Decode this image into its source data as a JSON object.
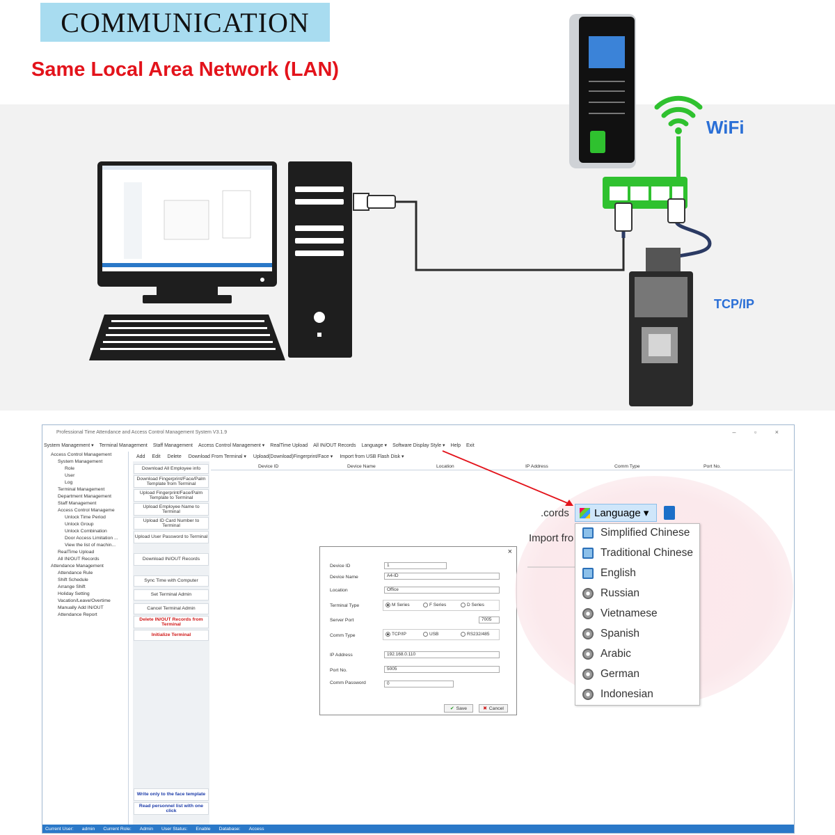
{
  "banner": "COMMUNICATION",
  "subtitle": "Same Local Area Network (LAN)",
  "labels": {
    "wifi": "WiFi",
    "tcpip": "TCP/IP"
  },
  "colors": {
    "banner_bg": "#a8dcf0",
    "subtitle": "#e3131b",
    "label_blue": "#2a6fd6",
    "cable": "#2b2b2b",
    "wifi_green": "#2fc12f",
    "status_blue": "#2a78c8",
    "red_arrow": "#e3131b"
  },
  "software": {
    "title": "Professional Time Attendance and Access Control Management System V3.1.9",
    "menu": [
      "System Management ▾",
      "Terminal Management",
      "Staff Management",
      "Access Control Management ▾",
      "RealTime Upload",
      "All IN/OUT Records",
      "Language ▾",
      "Software Display Style ▾",
      "Help",
      "Exit"
    ],
    "toolbar": [
      "Add",
      "Edit",
      "Delete",
      "Download From Terminal ▾",
      "Upload(Download)Fingerprint/Face ▾",
      "Import from USB Flash Disk ▾"
    ],
    "tree": [
      "Access Control Management",
      "System Management",
      "Role",
      "User",
      "Log",
      "Terminal Management",
      "Department Management",
      "Staff Management",
      "Access Control Manageme",
      "Unlock Time Period",
      "Unlock Group",
      "Unlock Combination",
      "Door Access Limitation ...",
      "View the list of machin...",
      "RealTime Upload",
      "All IN/OUT Records",
      "Attendance Management",
      "Attendance Rule",
      "Shift Schedule",
      "Arrange Shift",
      "Holiday Setting",
      "Vacation/Leave/Overtime",
      "Manually Add IN/OUT",
      "Attendance Report"
    ],
    "buttons": [
      "Download All Employee info",
      "Download Fingerprint/Face/Palm Template from Terminal",
      "Upload Fingerprint/Face/Palm Template to Terminal",
      "Upload Employee Name to Terminal",
      "Upload ID Card Number to Terminal",
      "Upload User Password to Terminal",
      "Download IN/OUT Records",
      "Sync Time with Computer",
      "Set Terminal Admin",
      "Cancel Terminal Admin",
      "Delete IN/OUT Records from Terminal",
      "Initialize Terminal",
      "Write only to the face template",
      "Read personnel list with one click"
    ],
    "columns": [
      "Device ID",
      "Device Name",
      "Location",
      "IP Address",
      "Comm Type",
      "Port No."
    ],
    "status": [
      "Current User:",
      "admin",
      "Current Role:",
      "Admin",
      "User Status:",
      "Enable",
      "Database:",
      "Access"
    ]
  },
  "dialog": {
    "close": "×",
    "device_id_label": "Device ID",
    "device_id": "1",
    "device_name_label": "Device Name",
    "device_name": "A4-ID",
    "location_label": "Location",
    "location": "Office",
    "terminal_type_label": "Terminal Type",
    "terminal_types": [
      "M Series",
      "F Series",
      "D Series"
    ],
    "server_port_label": "Server Port",
    "server_port": "7005",
    "comm_type_label": "Comm Type",
    "comm_types": [
      "TCP/IP",
      "USB",
      "RS232/485"
    ],
    "ip_label": "IP Address",
    "ip": "192.168.0.110",
    "port_label": "Port No.",
    "port": "5005",
    "password_label": "Comm Password",
    "password": "0",
    "save": "Save",
    "cancel": "Cancel"
  },
  "zoom": {
    "records_fragment": ".cords",
    "import_fragment": "Import fro",
    "language_button": "Language ▾",
    "languages": [
      "Simplified Chinese",
      "Traditional Chinese",
      "English",
      "Russian",
      "Vietnamese",
      "Spanish",
      "Arabic",
      "German",
      "Indonesian"
    ]
  }
}
